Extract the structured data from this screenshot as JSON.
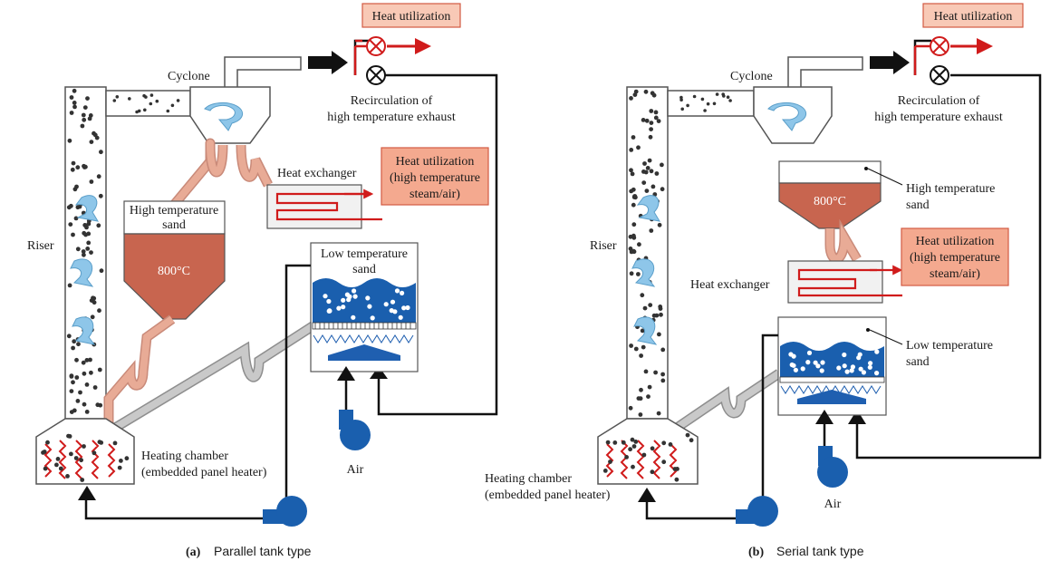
{
  "colors": {
    "hot_sand": "#c8654f",
    "hot_pipe": "#e8ab96",
    "cold_pipe": "#b9b9b9",
    "fluidized_bed": "#1a5fae",
    "air_arrow": "#1f5fb0",
    "heat_line": "#d01b1b",
    "heat_box_fill": "#f4a98f",
    "heat_box_border": "#d25a43",
    "swirl": "#8ec6e9",
    "particle": "#333333"
  },
  "icons": [
    "swirl-arrow-icon",
    "valve-icon",
    "blower-icon",
    "panel-heater-icon"
  ],
  "panels": [
    {
      "caption_label": "(a)",
      "caption_text": "Parallel tank type",
      "labels": {
        "cyclone": "Cyclone",
        "heat_util_top": "Heat utilization",
        "recirc_line1": "Recirculation of",
        "recirc_line2": "high temperature exhaust",
        "heat_exchanger": "Heat exchanger",
        "heat_util_hx_line1": "Heat utilization",
        "heat_util_hx_line2": "(high temperature",
        "heat_util_hx_line3": "steam/air)",
        "high_sand_line1": "High temperature",
        "high_sand_line2": "sand",
        "hot_temp": "800°C",
        "low_sand_line1": "Low temperature",
        "low_sand_line2": "sand",
        "riser": "Riser",
        "heating_line1": "Heating chamber",
        "heating_line2": "(embedded panel heater)",
        "air": "Air"
      }
    },
    {
      "caption_label": "(b)",
      "caption_text": "Serial tank type",
      "labels": {
        "cyclone": "Cyclone",
        "heat_util_top": "Heat utilization",
        "recirc_line1": "Recirculation of",
        "recirc_line2": "high temperature exhaust",
        "heat_exchanger": "Heat exchanger",
        "heat_util_hx_line1": "Heat utilization",
        "heat_util_hx_line2": "(high temperature",
        "heat_util_hx_line3": "steam/air)",
        "high_sand_line1": "High temperature",
        "high_sand_line2": "sand",
        "hot_temp": "800°C",
        "low_sand_line1": "Low temperature",
        "low_sand_line2": "sand",
        "riser": "Riser",
        "heating_line1": "Heating chamber",
        "heating_line2": "(embedded panel heater)",
        "air": "Air"
      }
    }
  ]
}
